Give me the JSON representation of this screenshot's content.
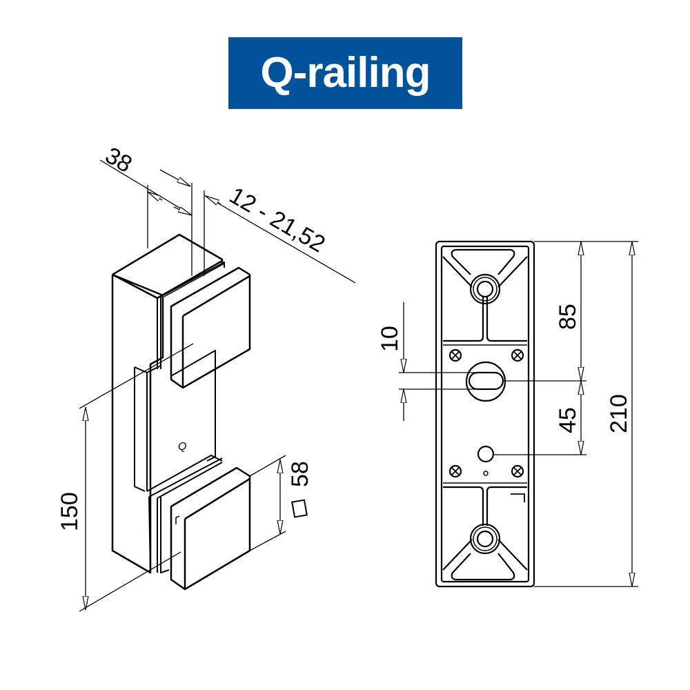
{
  "logo": {
    "text": "Q-railing",
    "background_color": "#00529b",
    "text_color": "#ffffff"
  },
  "isometric_view": {
    "dim_width": "38",
    "dim_glass_thickness": "12 - 21,52",
    "dim_height": "150",
    "dim_clamp_square": "58",
    "square_symbol": "□",
    "body_mark": "Q"
  },
  "front_view": {
    "dim_slot": "10",
    "dim_top_to_slot": "85",
    "dim_slot_to_hole": "45",
    "dim_total_height": "210"
  },
  "colors": {
    "line": "#000000",
    "background": "#ffffff"
  }
}
